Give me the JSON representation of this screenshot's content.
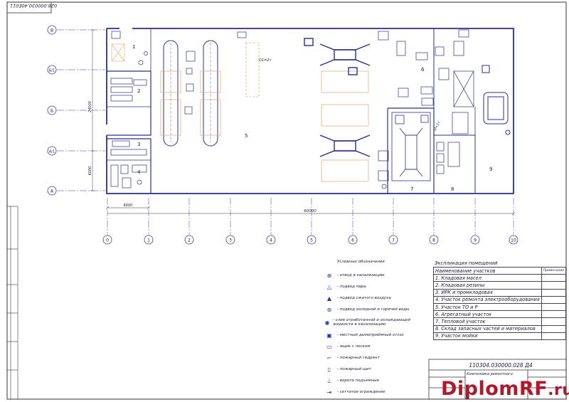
{
  "drawing": {
    "code_main": "110304.030000.028 Д4",
    "code_rotated": "028.000030.40E011",
    "title_block_name": "Компоновка ремонтного",
    "watermark_main": "DiplomRF",
    "watermark_suffix": ".ru"
  },
  "axes": {
    "rows": [
      "В",
      "Б/1",
      "Б",
      "А/1",
      "А"
    ],
    "columns": [
      "1",
      "2",
      "3",
      "4",
      "5",
      "6",
      "7",
      "8",
      "9",
      "10"
    ]
  },
  "dimensions": {
    "span_6000": "6000",
    "total_length": "60000",
    "height_24000": "24000",
    "height_6000": "6000"
  },
  "room_numbers": [
    "1",
    "2",
    "3",
    "4",
    "5",
    "6",
    "7",
    "8",
    "9"
  ],
  "crane_label": "Q1=2т",
  "crane_label_right": "Q=1т",
  "legend": {
    "title": "Условные обозначения",
    "items": [
      {
        "symbol": "⊕",
        "text": "- отвод в канализацию"
      },
      {
        "symbol": "△",
        "text": "- подвод пара"
      },
      {
        "symbol": "▲",
        "text": "- подвод сжатого воздуха"
      },
      {
        "symbol": "⊛",
        "text": "- подвод холодной и горячей воды"
      },
      {
        "symbol": "◉",
        "text": "- слив отработанной и охлаждающей жидкости в канализацию"
      },
      {
        "symbol": "▣",
        "text": "- местный дымоприёмный отсос"
      },
      {
        "symbol": "▭",
        "text": "- ящик с песком"
      },
      {
        "symbol": "⌐",
        "text": "- пожарный гидрант"
      },
      {
        "symbol": "▯",
        "text": "- пожарный щит"
      },
      {
        "symbol": "⊥",
        "text": "- ворота подъемные"
      },
      {
        "symbol": "⇥",
        "text": "- сетчатое ограждение"
      }
    ]
  },
  "explication": {
    "title": "Экспликация помещений",
    "header_name": "Наименование участков",
    "header_note": "Примечание",
    "rows": [
      "1. Кладовая масел",
      "2. Кладовая резины",
      "3. ИРК и промкладовая",
      "4. Участок ремонта электрооборудования",
      "5. Участок ТО и Р",
      "6. Агрегатный участок",
      "7. Тепловой участок",
      "8. Склад запасных частей и материалов",
      "9. Участок мойки"
    ]
  },
  "colors": {
    "line": "#3b3f9a",
    "ink": "#1a1a2e",
    "equipment": "#2a2f8f",
    "highlight": "#e8b07a",
    "watermark": "#b2182b"
  }
}
